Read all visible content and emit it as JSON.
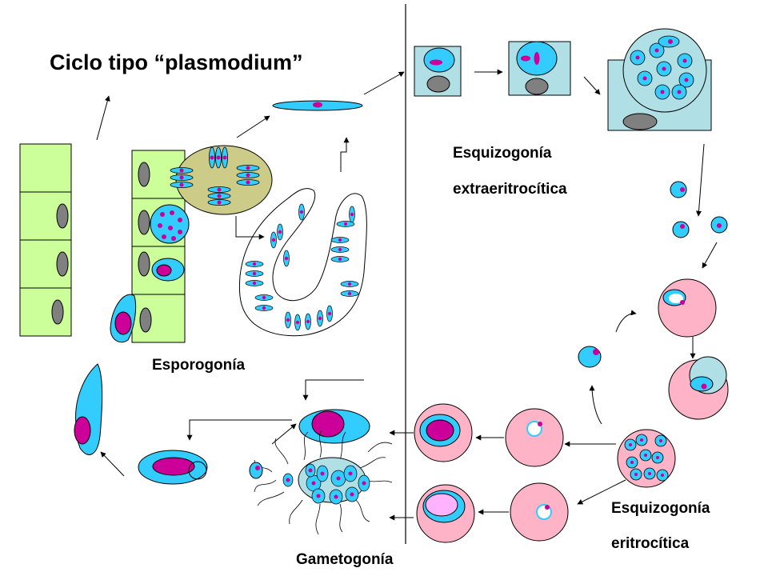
{
  "diagram": {
    "title": "Ciclo tipo “plasmodium”",
    "stages": {
      "sporogony": "Esporogonía",
      "exo_schizogony_line1": "Esquizogonía",
      "exo_schizogony_line2": "extraeritrocítica",
      "ery_schizogony_line1": "Esquizogonía",
      "ery_schizogony_line2": "eritrocítica",
      "gametogony": "Gametogonía"
    },
    "colors": {
      "parasite": "#33ccff",
      "nucleus": "#cc0099",
      "erythrocyte": "#ffb3c6",
      "epithelium": "#ccff99",
      "oocyst": "#cccc88",
      "hepatocyte": "#b0e0e6",
      "host_nucleus": "#808080",
      "pink_gamete": "#ffb3ff"
    }
  }
}
